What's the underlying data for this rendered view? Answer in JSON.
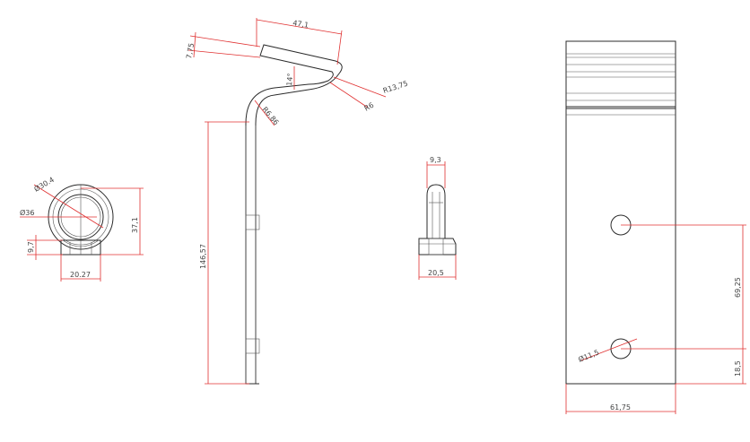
{
  "colors": {
    "outline": "#2b2b2b",
    "dimension": "#e03030",
    "text": "#444444",
    "background": "#ffffff"
  },
  "dimensions": {
    "ring_outer_dia": "Ø30.4",
    "ring_inner_dia": "Ø36",
    "ring_height": "37,1",
    "ring_base_height": "9,7",
    "ring_base_width": "20.27",
    "top_length": "47,1",
    "top_thickness": "7,75",
    "bend_angle": "14°",
    "bend_radius_large": "R13,75",
    "bend_radius_small": "R6",
    "lower_bend_radius": "R6,86",
    "arm_height": "146,57",
    "edge_width": "9,3",
    "edge_base_width": "20,5",
    "plate_hole_dia": "Ø11,5",
    "hole_spacing": "69,25",
    "hole_bottom_offset": "18,5",
    "plate_width": "61,75"
  }
}
